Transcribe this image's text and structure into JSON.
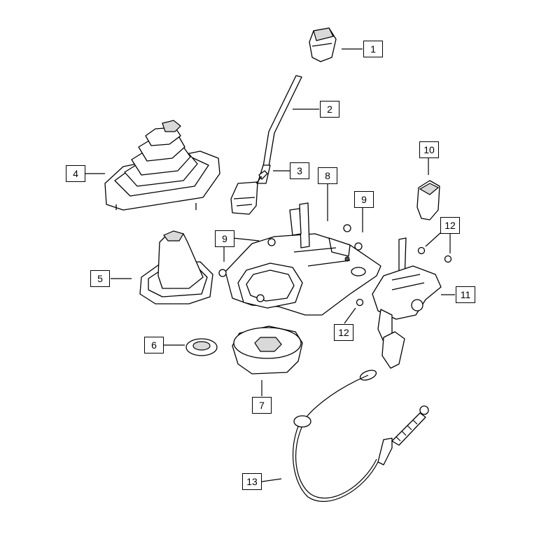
{
  "diagram": {
    "callouts": [
      {
        "id": "c1",
        "label": "1"
      },
      {
        "id": "c2",
        "label": "2"
      },
      {
        "id": "c3",
        "label": "3"
      },
      {
        "id": "c4",
        "label": "4"
      },
      {
        "id": "c5",
        "label": "5"
      },
      {
        "id": "c6",
        "label": "6"
      },
      {
        "id": "c7",
        "label": "7"
      },
      {
        "id": "c8",
        "label": "8"
      },
      {
        "id": "c9a",
        "label": "9"
      },
      {
        "id": "c9b",
        "label": "9"
      },
      {
        "id": "c10",
        "label": "10"
      },
      {
        "id": "c11",
        "label": "11"
      },
      {
        "id": "c12a",
        "label": "12"
      },
      {
        "id": "c12b",
        "label": "12"
      },
      {
        "id": "c13",
        "label": "13"
      }
    ]
  }
}
